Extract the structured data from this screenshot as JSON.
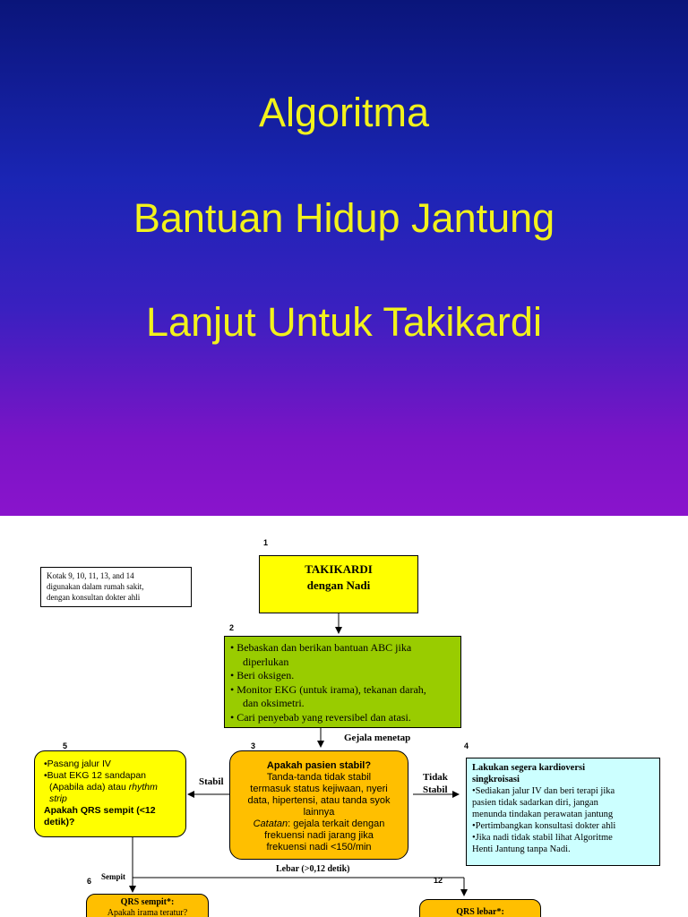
{
  "slide": {
    "title_lines": [
      "Algoritma",
      "Bantuan Hidup Jantung",
      "Lanjut Untuk Takikardi"
    ]
  },
  "flow": {
    "note": [
      "Kotak 9, 10, 11, 13, and 14",
      "digunakan dalam rumah sakit,",
      "dengan konsultan dokter ahli"
    ],
    "numbers": {
      "n1": "1",
      "n2": "2",
      "n3": "3",
      "n4": "4",
      "n5": "5",
      "n6": "6",
      "n12": "12"
    },
    "box1": {
      "lines": [
        "TAKIKARDI",
        "dengan Nadi"
      ]
    },
    "box2": {
      "items": [
        "• Bebaskan dan berikan bantuan ABC jika",
        "diperlukan",
        "• Beri oksigen.",
        "• Monitor EKG (untuk irama), tekanan darah,",
        "dan oksimetri.",
        "• Cari penyebab yang reversibel dan atasi."
      ]
    },
    "label_gejala": "Gejala menetap",
    "box3": {
      "heading": "Apakah pasien stabil?",
      "lines": [
        "Tanda-tanda tidak stabil",
        "termasuk status kejiwaan, nyeri",
        "data, hipertensi, atau tanda syok",
        "lainnya"
      ],
      "catatan_label": "Catatan",
      "catatan_lines": [
        ": gejala terkait dengan",
        "frekuensi nadi jarang jika",
        "frekuensi nadi <150/min"
      ]
    },
    "label_stabil": "Stabil",
    "label_tidak": "Tidak",
    "label_tidak2": "Stabil",
    "box4": {
      "heading_lines": [
        "Lakukan segera kardioversi",
        "singkroisasi"
      ],
      "lines": [
        "•Sediakan jalur IV dan beri terapi jika",
        "pasien    tidak sadarkan diri, jangan",
        "menunda tindakan perawatan jantung",
        "•Pertimbangkan konsultasi dokter ahli",
        "•Jika nadi tidak stabil lihat Algoritme",
        "Henti Jantung tanpa Nadi."
      ]
    },
    "box5": {
      "item1": "•Pasang jalur IV",
      "item2": "•Buat EKG 12 sandapan",
      "item3a": "(Apabila ada) atau ",
      "item3b": "rhythm",
      "item4": "strip",
      "q1": "Apakah QRS sempit  (<12",
      "q2": "detik)?"
    },
    "label_lebar": "Lebar (>0,12 detik)",
    "label_sempit": "Sempit",
    "box6": {
      "heading": "QRS sempit*:",
      "line": "Apakah irama teratur?"
    },
    "box12": {
      "heading": "QRS lebar*:"
    }
  },
  "colors": {
    "title_yellow": "#f2f21c",
    "box1": "#ffff00",
    "box2": "#99cc00",
    "orange": "#ffbf00",
    "box5": "#ffff00",
    "box4": "#ccffff"
  }
}
